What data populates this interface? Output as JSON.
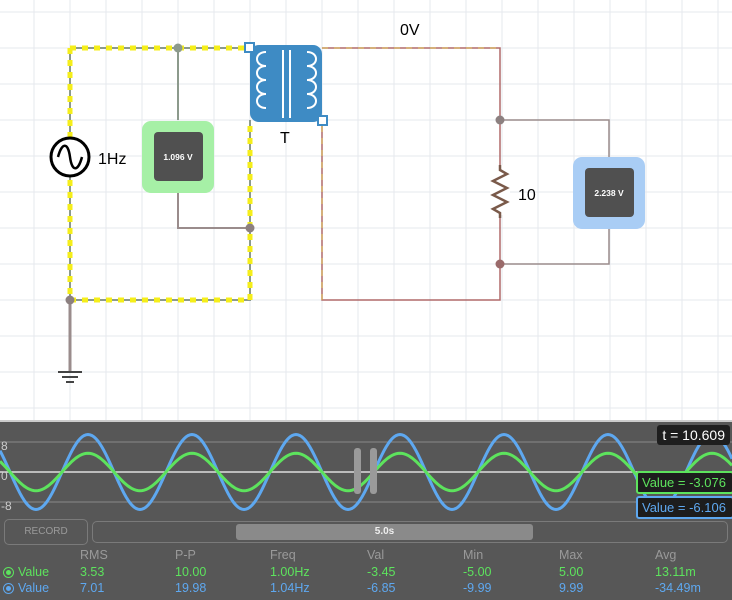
{
  "circuit": {
    "source_label": "1Hz",
    "transformer_label": "T",
    "secondary_voltage_label": "0V",
    "resistor_label": "10",
    "meter1_value": "1.096 V",
    "meter2_value": "2.238 V",
    "colors": {
      "meter1_glow": "#a6f0a6",
      "meter2_glow": "#a9cdf5",
      "transformer": "#3e8bc4",
      "highlight": "#f5ee1a"
    }
  },
  "scope": {
    "time_label": "t = 10.609",
    "axis_labels": [
      "8",
      "0",
      "-8"
    ],
    "trace1_value": "Value = -3.076",
    "trace2_value": "Value = -6.106",
    "trace1_amplitude": 5,
    "trace2_amplitude": 10,
    "frequency_hz": 1,
    "record_label": "RECORD",
    "timespan_label": "5.0s",
    "colors": {
      "trace1": "#5de35d",
      "trace2": "#5ea8f0"
    }
  },
  "stats": {
    "headers": [
      "RMS",
      "P-P",
      "Freq",
      "Val",
      "Min",
      "Max",
      "Avg"
    ],
    "rows": [
      {
        "name": "Value",
        "values": [
          "3.53",
          "10.00",
          "1.00Hz",
          "-3.45",
          "-5.00",
          "5.00",
          "13.11m"
        ]
      },
      {
        "name": "Value",
        "values": [
          "7.01",
          "19.98",
          "1.04Hz",
          "-6.85",
          "-9.99",
          "9.99",
          "-34.49m"
        ]
      }
    ]
  }
}
